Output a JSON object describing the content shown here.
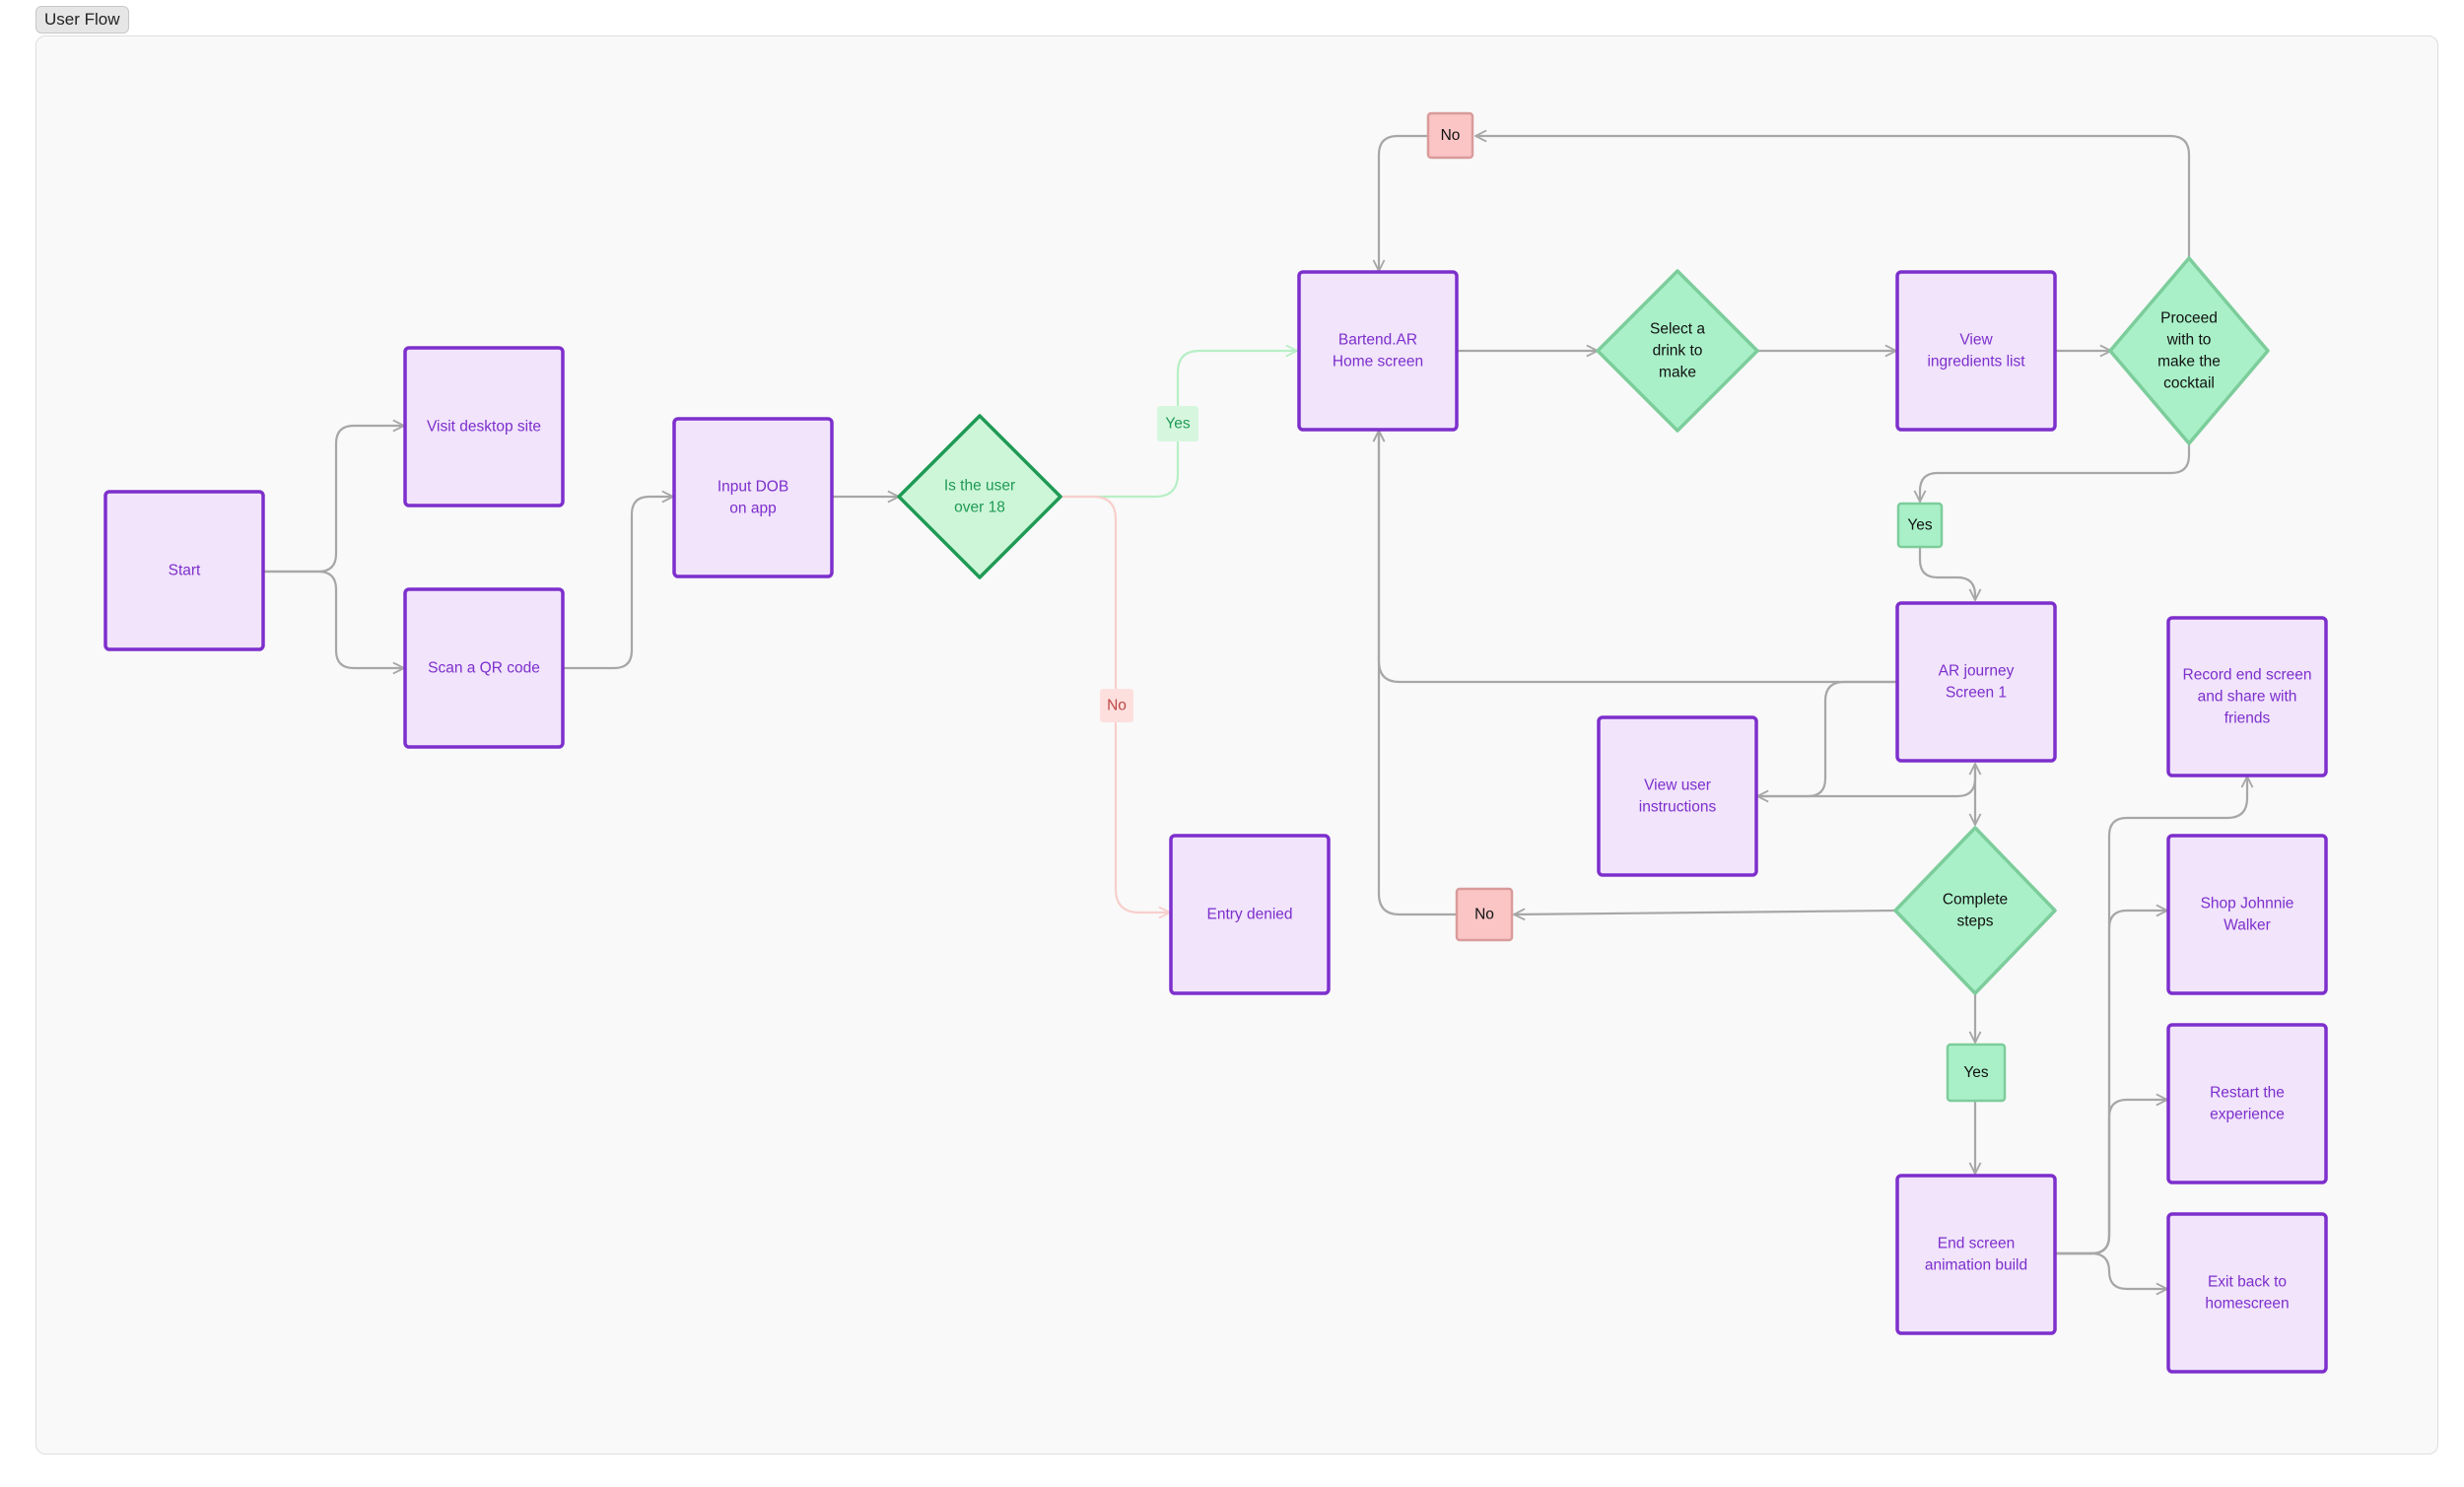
{
  "frame": {
    "label": "User Flow"
  },
  "colors": {
    "box_fill": "#f1e4fb",
    "box_stroke": "#7d2fcc",
    "box_text": "#7d2fcc",
    "diamond_fill": "#a9f0c8",
    "diamond_stroke": "#7ccd9b",
    "diamond_text": "#111111",
    "age_fill": "#cdf6d8",
    "age_stroke": "#1f9a55",
    "age_text": "#1f9a55",
    "yes_fill": "#a9f0c8",
    "yes_stroke": "#7ccd9b",
    "no_fill": "#fbc5c5",
    "no_stroke": "#d99b9b",
    "yes_light_fill": "#d6f7de",
    "yes_light_text": "#1f9a55",
    "no_light_fill": "#fde0de",
    "no_light_text": "#c04545",
    "edge": "#a7a7a7",
    "edge_yes": "#b8efc6",
    "edge_no": "#f8cfcc"
  },
  "nodes": {
    "start": {
      "lines": [
        "Start"
      ]
    },
    "visit_desktop": {
      "lines": [
        "Visit desktop site"
      ]
    },
    "scan_qr": {
      "lines": [
        "Scan a QR code"
      ]
    },
    "input_dob": {
      "lines": [
        "Input DOB",
        "on app"
      ]
    },
    "age_check": {
      "lines": [
        "Is the user",
        "over 18"
      ]
    },
    "entry_denied": {
      "lines": [
        "Entry denied"
      ]
    },
    "home": {
      "lines": [
        "Bartend.AR",
        "Home screen"
      ]
    },
    "select_drink": {
      "lines": [
        "Select a",
        "drink to",
        "make"
      ]
    },
    "ingredients": {
      "lines": [
        "View",
        "ingredients list"
      ]
    },
    "proceed": {
      "lines": [
        "Proceed",
        "with to",
        "make the",
        "cocktail"
      ]
    },
    "ar_journey": {
      "lines": [
        "AR journey",
        "Screen 1"
      ]
    },
    "instructions": {
      "lines": [
        "View user",
        "instructions"
      ]
    },
    "complete": {
      "lines": [
        "Complete",
        "steps"
      ]
    },
    "end_screen": {
      "lines": [
        "End screen",
        "animation build"
      ]
    },
    "record": {
      "lines": [
        "Record end screen",
        "and share with",
        "friends"
      ]
    },
    "shop": {
      "lines": [
        "Shop Johnnie",
        "Walker"
      ]
    },
    "restart": {
      "lines": [
        "Restart the",
        "experience"
      ]
    },
    "exit_home": {
      "lines": [
        "Exit back to",
        "homescreen"
      ]
    }
  },
  "tags": {
    "no_top": "No",
    "yes_age": "Yes",
    "no_age": "No",
    "yes_proceed": "Yes",
    "no_complete": "No",
    "yes_complete": "Yes"
  }
}
